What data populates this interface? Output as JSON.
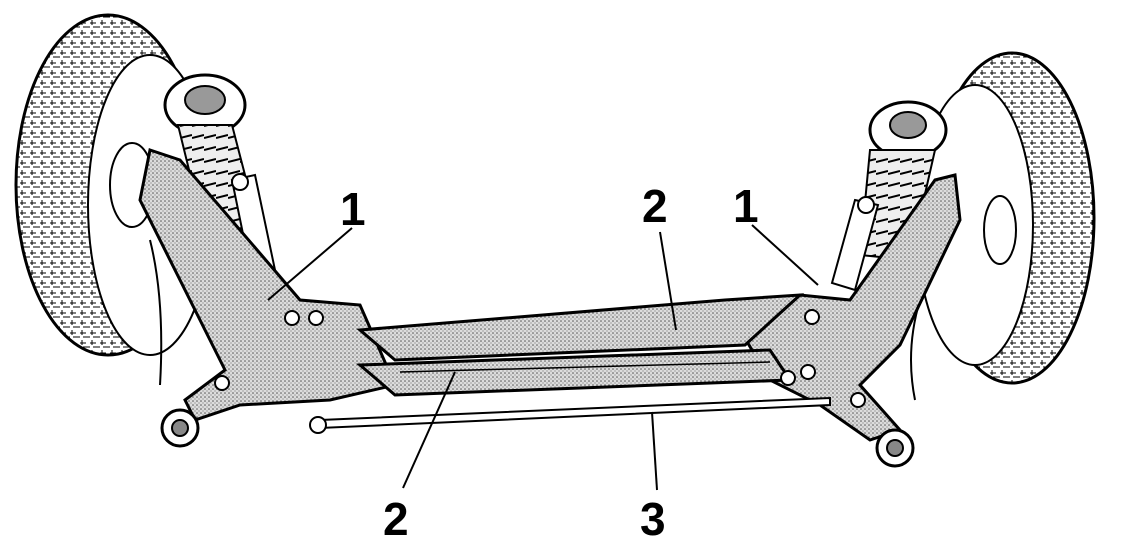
{
  "diagram": {
    "callouts": [
      {
        "id": "c1-left",
        "label": "1",
        "part": "trailing-arm"
      },
      {
        "id": "c1-right",
        "label": "1",
        "part": "trailing-arm"
      },
      {
        "id": "c2-top",
        "label": "2",
        "part": "crossmember"
      },
      {
        "id": "c2-bottom",
        "label": "2",
        "part": "crossmember"
      },
      {
        "id": "c3",
        "label": "3",
        "part": "rear-crossbar"
      }
    ],
    "colors": {
      "line": "#000000",
      "shade": "#c9c9c9",
      "background": "#ffffff"
    }
  }
}
